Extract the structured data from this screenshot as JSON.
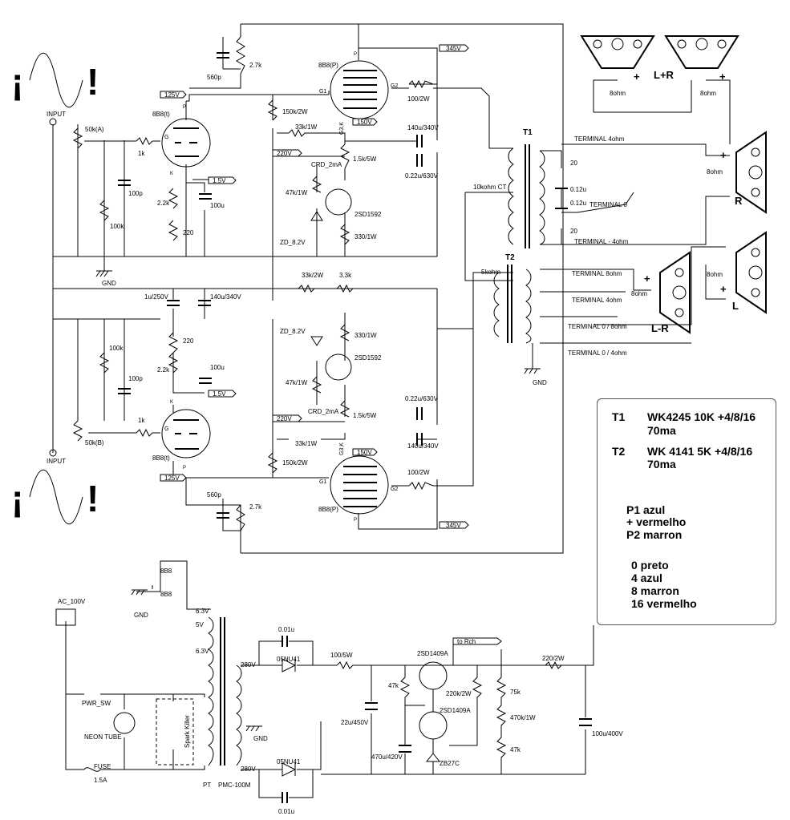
{
  "tubes": {
    "driver_top": "8B8(t)",
    "output_top": "8B8(P)",
    "driver_bottom": "8B8(t)",
    "output_bottom": "8B8(P)",
    "heater_1": "8B8",
    "heater_2": "8B8"
  },
  "pin_labels": {
    "p": "P",
    "g": "G",
    "k": "K",
    "g1": "G1",
    "g2": "G2",
    "g3k": "G3,K"
  },
  "voltages": {
    "v345_top": "345V",
    "v125_top": "125V",
    "v15_top": "1.5V",
    "v150_top": "150V",
    "v220_top": "220V",
    "v345_bot": "345V",
    "v125_bot": "125V",
    "v15_bot": "1.5V",
    "v150_bot": "150V",
    "v220_bot": "220V",
    "psu_280_top": "280V",
    "psu_280_bot": "280V",
    "heater_63a": "6.3V",
    "heater_5": "5V",
    "heater_63b": "6.3V"
  },
  "components_top": {
    "input": "INPUT",
    "pot": "50k(A)",
    "r1k": "1k",
    "c100p": "100p",
    "r100k": "100k",
    "gnd": "GND",
    "r27k": "2.7k",
    "c560p": "560p",
    "r150k": "150k/2W",
    "r33k": "33k/1W",
    "crd": "CRD_2mA",
    "r47k": "47k/1W",
    "zd": "ZD_8.2V",
    "tr": "2SD1592",
    "r15k": "1.5k/5W",
    "r330": "330/1W",
    "r22k": "2.2k",
    "r220": "220",
    "c100u": "100u",
    "r100_2w": "100/2W",
    "c140u": "140u/340V",
    "c022u": "0.22u/630V"
  },
  "components_bottom": {
    "input": "INPUT",
    "pot": "50k(B)",
    "r1k": "1k",
    "c100p": "100p",
    "r100k": "100k",
    "r27k": "2.7k",
    "c560p": "560p",
    "r150k": "150k/2W",
    "r33k": "33k/1W",
    "crd": "CRD_2mA",
    "r47k": "47k/1W",
    "zd": "ZD_8.2V",
    "tr": "2SD1592",
    "r15k": "1.5k/5W",
    "r330": "330/1W",
    "r22k": "2.2k",
    "r220": "220",
    "c100u": "100u",
    "r100_2w": "100/2W",
    "c140u": "140u/340V",
    "c022u": "0.22u/630V"
  },
  "middle": {
    "r33k2w": "33k/2W",
    "r33k": "3.3k",
    "c1u": "1u/250V",
    "c140u": "140u/340V"
  },
  "t1": {
    "name": "T1",
    "primary": "10kohm CT",
    "term_4": "TERMINAL  4ohm",
    "term_0": "TERMINAL  0",
    "term_m4": "TERMINAL  - 4ohm",
    "r20a": "20",
    "r20b": "20",
    "c012a": "0.12u",
    "c012b": "0.12u"
  },
  "t2": {
    "name": "T2",
    "primary": "5kohm",
    "term_8": "TERMINAL  8ohm",
    "term_4": "TERMINAL  4ohm",
    "term_08": "TERMINAL  0 / 8ohm",
    "term_04": "TERMINAL  0 / 4ohm",
    "gnd": "GND"
  },
  "speakers": {
    "lr_label": "L+R",
    "r_label": "R",
    "l_label": "L",
    "lmr_label": "L-R",
    "imp_1": "8ohm",
    "imp_2": "8ohm",
    "imp_r": "8ohm",
    "imp_l": "8ohm",
    "imp_lmr": "8ohm",
    "plus": "+"
  },
  "psu": {
    "ac": "AC_100V",
    "pwr_sw": "PWR_SW",
    "neon": "NEON TUBE",
    "fuse": "FUSE",
    "fuse_val": "1.5A",
    "spark": "Spark Killer",
    "pt": "PT",
    "pt_model": "PMC-100M",
    "gnd": "GND",
    "diode_top": "05NU41",
    "diode_bot": "05NU41",
    "c001_top": "0.01u",
    "c001_bot": "0.01u",
    "r100_5w": "100/5W",
    "c22u": "22u/450V",
    "r47k": "47k",
    "c470u": "470u/420V",
    "tr1": "2SD1409A",
    "tr2": "2SD1409A",
    "r220k": "220k/2W",
    "zb": "ZB27C",
    "r75k": "75k",
    "r470k": "470k/1W",
    "r47k_b": "47k",
    "to_rch": "to Rch",
    "r220_2w": "220/2W",
    "c100u": "100u/400V"
  },
  "legend": {
    "t1_name": "T1",
    "t1_spec": "WK4245  10K +4/8/16",
    "t1_ma": "70ma",
    "t2_name": "T2",
    "t2_spec": "WK 4141   5K +4/8/16",
    "t2_ma": "70ma",
    "p1": "P1 azul",
    "plus": "+ vermelho",
    "p2": "P2 marron",
    "c0": "0   preto",
    "c4": "4   azul",
    "c8": "8   marron",
    "c16": "16 vermelho"
  },
  "marks": {
    "inv_excl": "¡",
    "excl": "!"
  }
}
